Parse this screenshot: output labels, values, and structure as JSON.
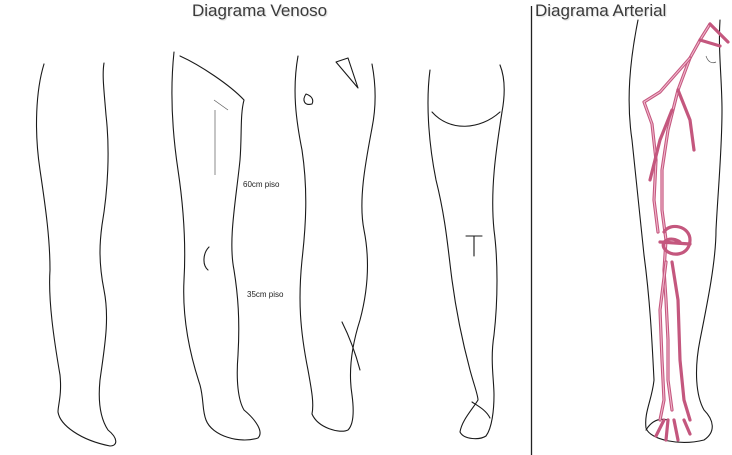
{
  "venous_diagram": {
    "title": "Diagrama Venoso",
    "annotations": [
      "60cm piso",
      "35cm piso"
    ]
  },
  "arterial_diagram": {
    "title": "Diagrama Arterial"
  },
  "colors": {
    "artery": "#c4577e",
    "outline": "#1a1a1a",
    "divider": "#222222"
  }
}
